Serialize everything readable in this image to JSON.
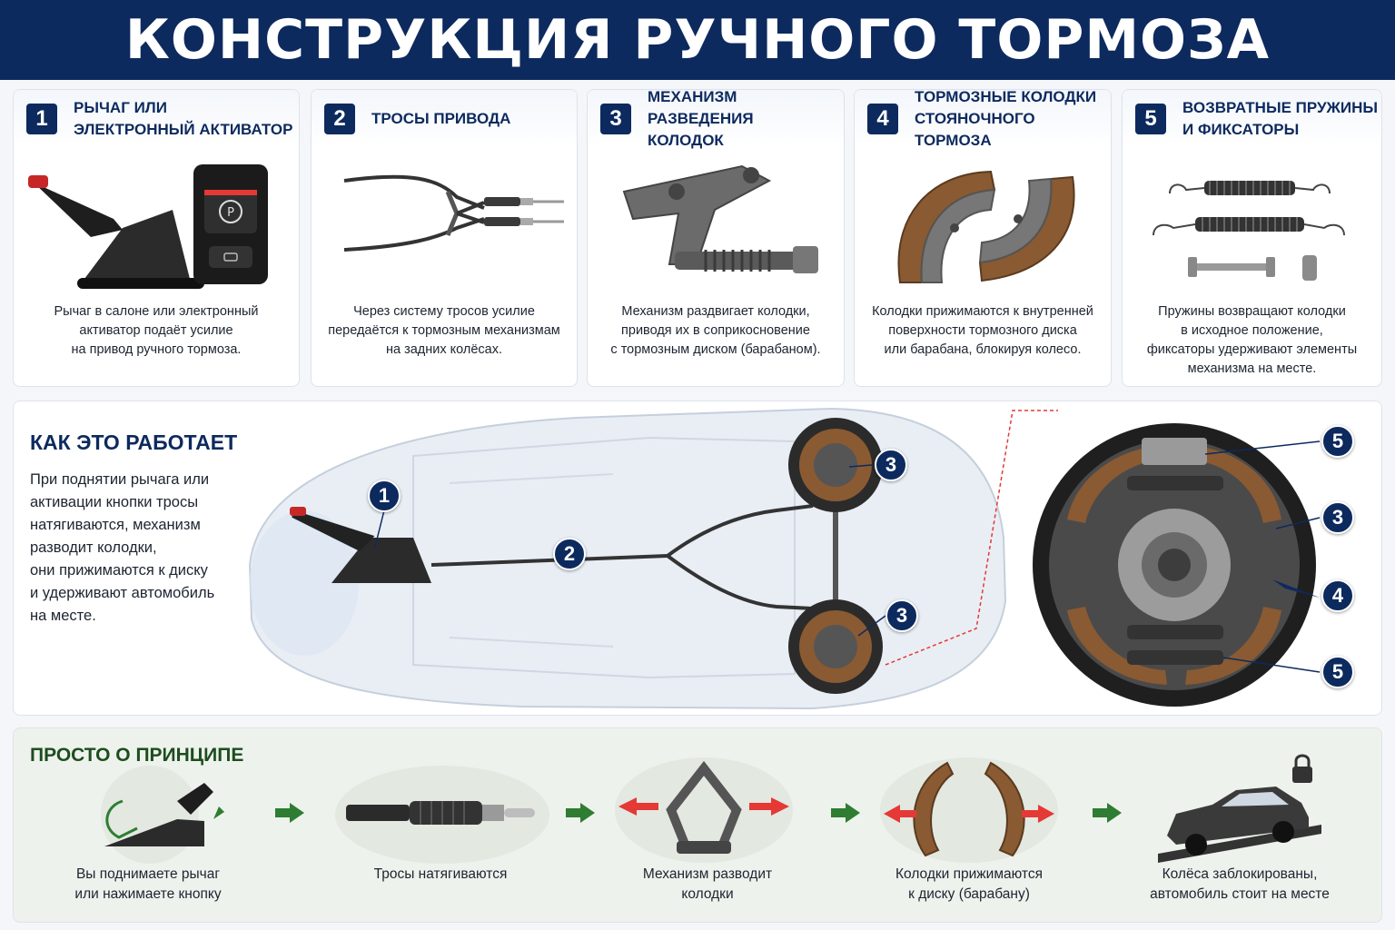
{
  "title": "КОНСТРУКЦИЯ РУЧНОГО ТОРМОЗА",
  "components": [
    {
      "num": "1",
      "title_lines": [
        "РЫЧАГ ИЛИ",
        "ЭЛЕКТРОННЫЙ АКТИВАТОР"
      ],
      "desc_lines": [
        "Рычаг в салоне или электронный",
        "активатор подаёт усилие",
        "на привод ручного тормоза."
      ]
    },
    {
      "num": "2",
      "title_lines": [
        "ТРОСЫ ПРИВОДА"
      ],
      "desc_lines": [
        "Через систему тросов усилие",
        "передаётся к тормозным механизмам",
        "на задних колёсах."
      ]
    },
    {
      "num": "3",
      "title_lines": [
        "МЕХАНИЗМ РАЗВЕДЕНИЯ",
        "КОЛОДОК"
      ],
      "desc_lines": [
        "Механизм раздвигает колодки,",
        "приводя их в соприкосновение",
        "с тормозным диском (барабаном)."
      ]
    },
    {
      "num": "4",
      "title_lines": [
        "ТОРМОЗНЫЕ КОЛОДКИ",
        "СТОЯНОЧНОГО ТОРМОЗА"
      ],
      "desc_lines": [
        "Колодки прижимаются к внутренней",
        "поверхности тормозного диска",
        "или барабана, блокируя колесо."
      ]
    },
    {
      "num": "5",
      "title_lines": [
        "ВОЗВРАТНЫЕ ПРУЖИНЫ",
        "И ФИКСАТОРЫ"
      ],
      "desc_lines": [
        "Пружины возвращают колодки",
        "в исходное положение,",
        "фиксаторы удерживают элементы",
        "механизма на месте."
      ]
    }
  ],
  "how": {
    "title": "КАК ЭТО РАБОТАЕТ",
    "text_lines": [
      "При поднятии рычага или",
      "активации кнопки тросы",
      "натягиваются, механизм",
      "разводит колодки,",
      "они прижимаются к диску",
      "и удерживают автомобиль",
      "на месте."
    ]
  },
  "markers": {
    "car": [
      "1",
      "2",
      "3",
      "3"
    ],
    "drum": [
      "5",
      "3",
      "4",
      "5"
    ]
  },
  "simple": {
    "title": "ПРОСТО О ПРИНЦИПЕ",
    "steps": [
      {
        "lines": [
          "Вы поднимаете рычаг",
          "или нажимаете кнопку"
        ]
      },
      {
        "lines": [
          "Тросы натягиваются"
        ]
      },
      {
        "lines": [
          "Механизм разводит",
          "колодки"
        ]
      },
      {
        "lines": [
          "Колодки прижимаются",
          "к диску (барабану)"
        ]
      },
      {
        "lines": [
          "Колёса заблокированы,",
          "автомобиль стоит на месте"
        ]
      }
    ]
  },
  "colors": {
    "navy": "#0d2a5e",
    "green": "#2e7d32",
    "red": "#e53935",
    "lining": "#8a5a32"
  }
}
